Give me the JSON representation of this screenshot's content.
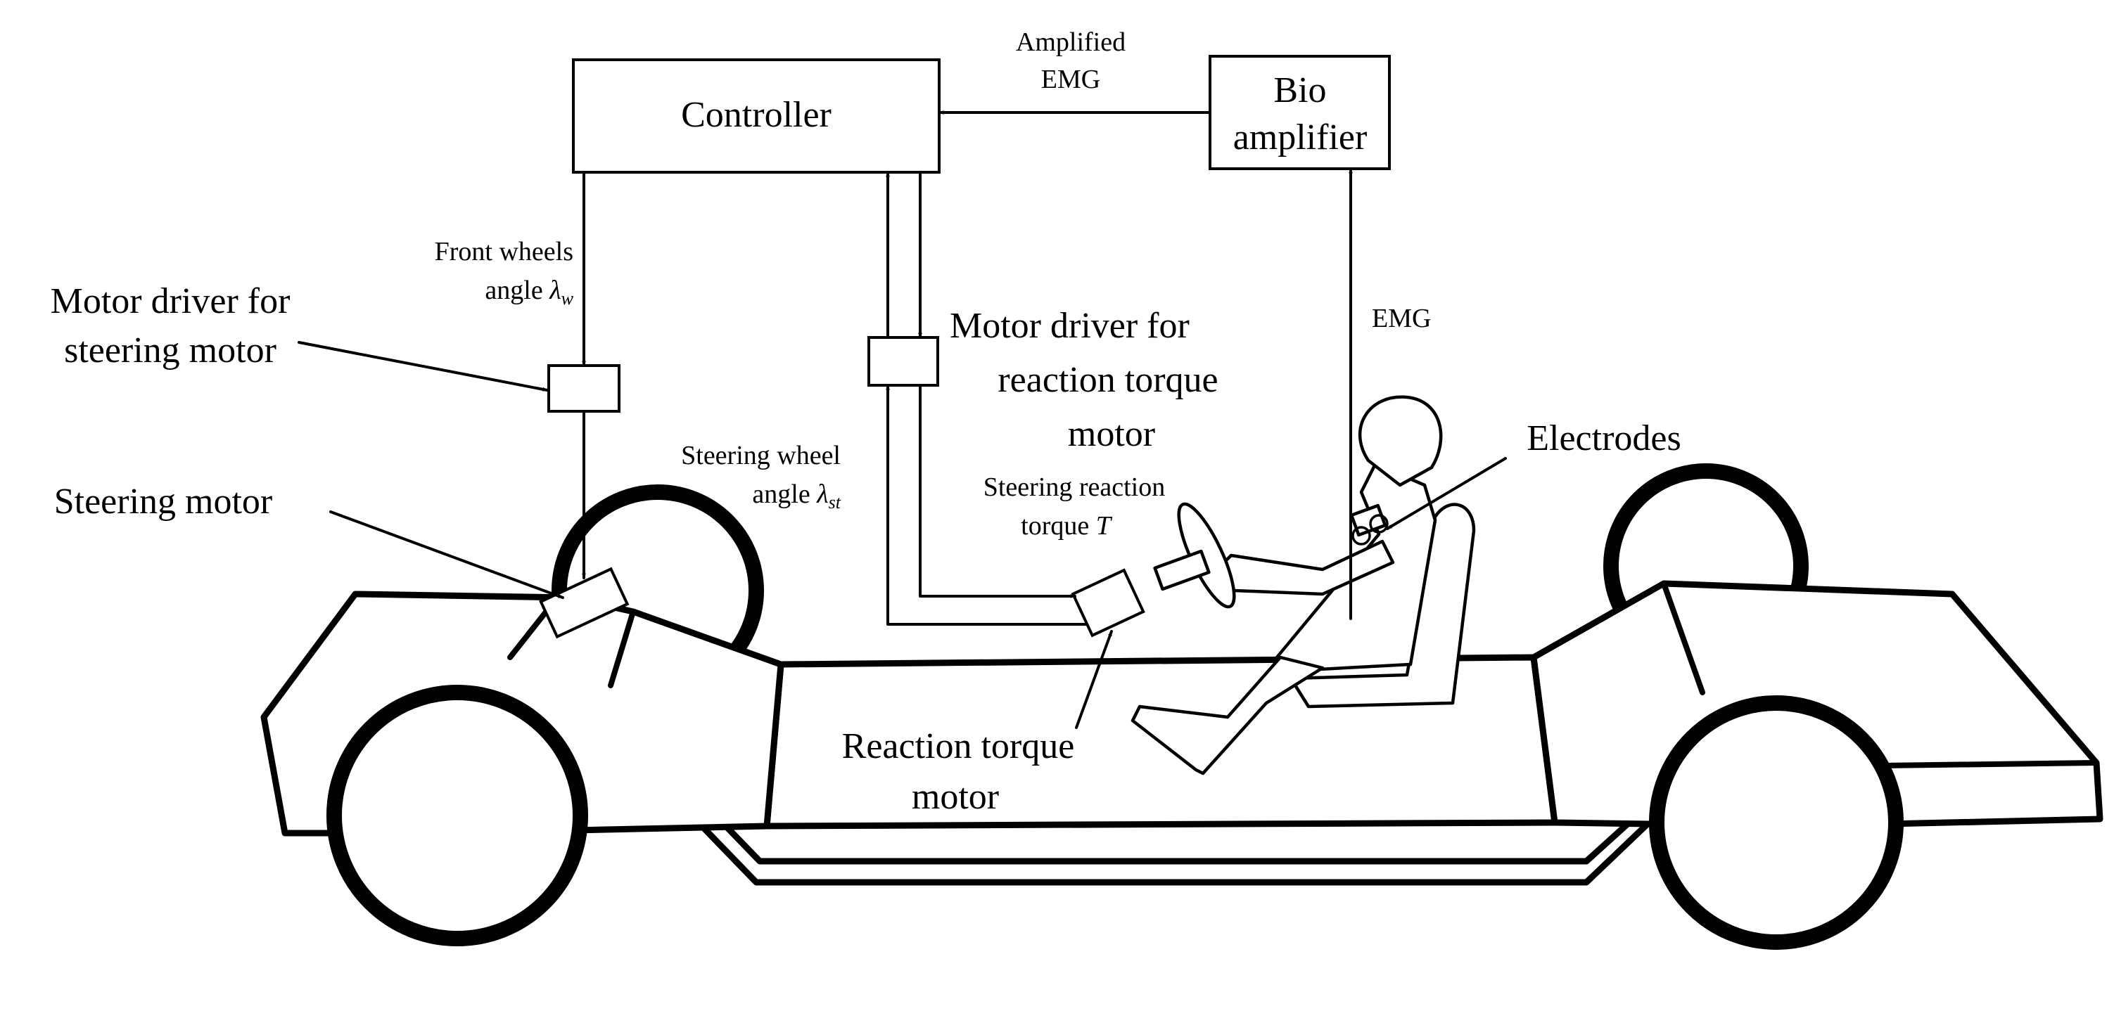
{
  "blocks": {
    "controller": "Controller",
    "bio_amplifier_line1": "Bio",
    "bio_amplifier_line2": "amplifier"
  },
  "labels": {
    "amplified_emg_line1": "Amplified",
    "amplified_emg_line2": "EMG",
    "emg": "EMG",
    "front_wheels_line1": "Front wheels",
    "front_wheels_line2": "angle ",
    "front_wheels_symbol": "λ",
    "front_wheels_sub": "w",
    "motor_driver_steering_line1": "Motor driver for",
    "motor_driver_steering_line2": "steering motor",
    "motor_driver_reaction_line1": "Motor driver for",
    "motor_driver_reaction_line2": "reaction torque",
    "motor_driver_reaction_line3": "motor",
    "steering_wheel_line1": "Steering wheel",
    "steering_wheel_line2": "angle ",
    "steering_wheel_symbol": "λ",
    "steering_wheel_sub": "st",
    "steering_reaction_line1": "Steering reaction",
    "steering_reaction_line2": "torque ",
    "steering_reaction_symbol": "T",
    "steering_motor": "Steering motor",
    "electrodes": "Electrodes",
    "reaction_torque_motor_line1": "Reaction torque",
    "reaction_torque_motor_line2": "motor"
  }
}
